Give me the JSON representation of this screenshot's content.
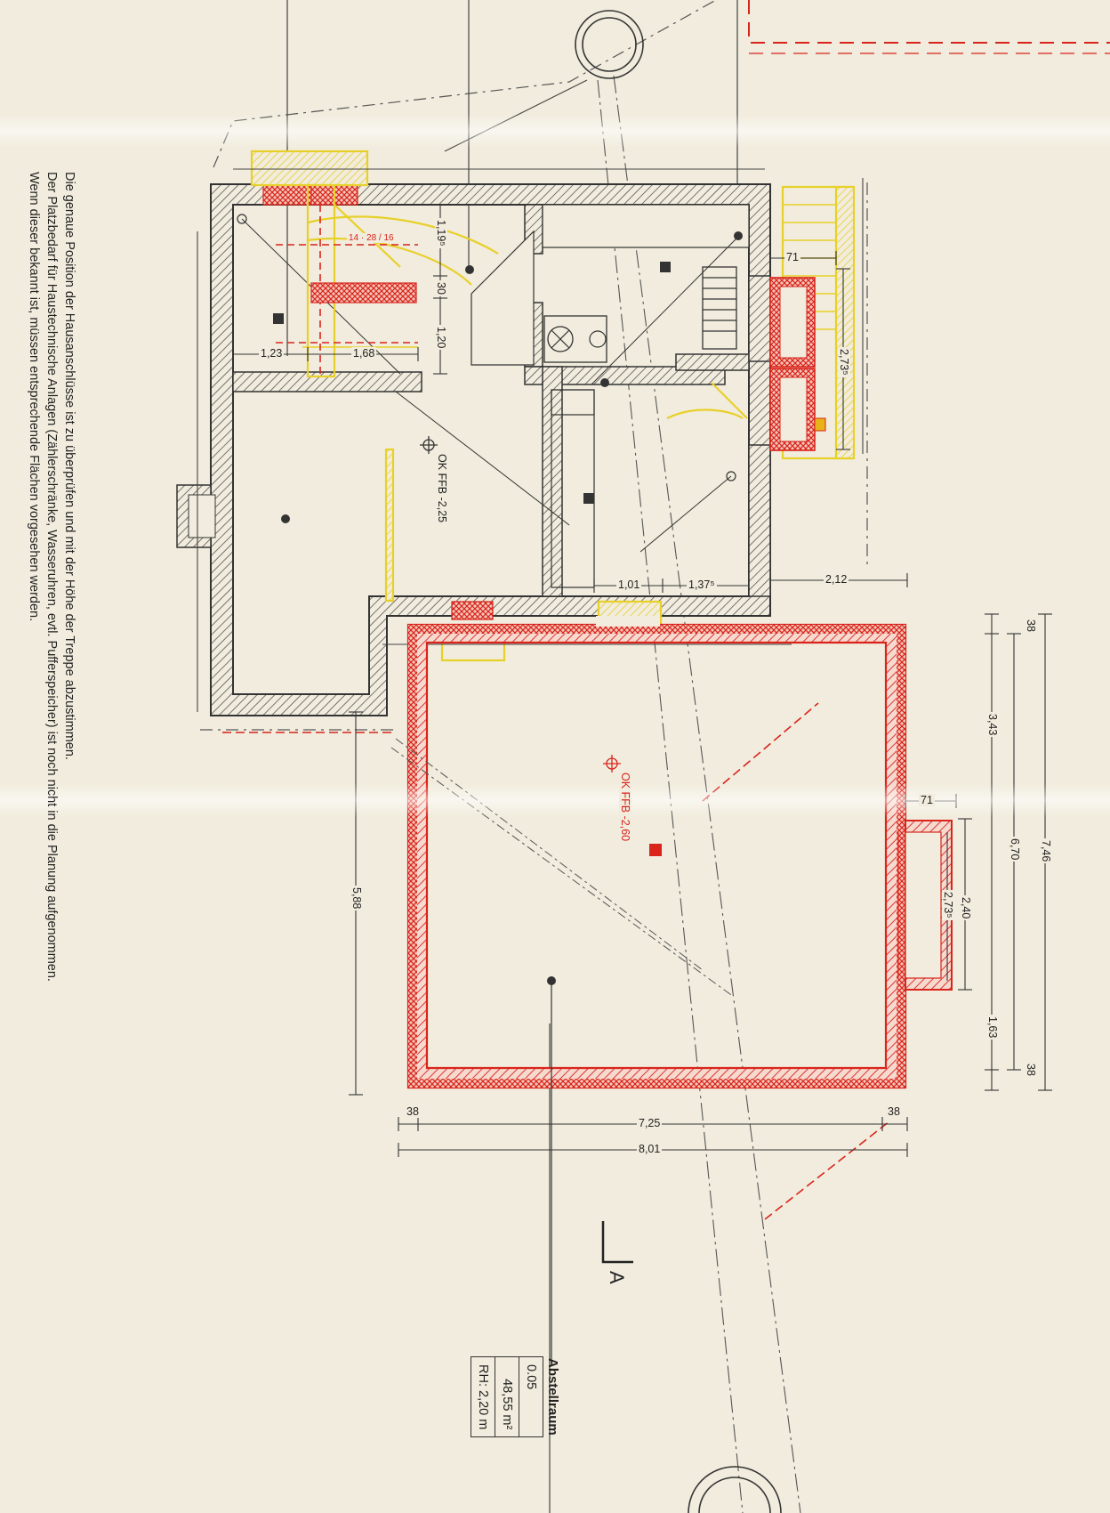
{
  "notes": [
    "Die genaue Position der Hausanschlüsse ist zu überprüfen und mit der Höhe der Treppe abzustimmen.",
    "Der Platzbedarf für Haustechnische Anlagen (Zählerschränke, Wasseruhren, evtl. Pufferspeicher) ist noch nicht in die Planung aufgenommen.",
    "Wenn dieser bekannt ist, müssen entsprechende Flächen vorgesehen werden."
  ],
  "levels": {
    "existing": "OK FFB -2,25",
    "new": "OK FFB -2,60"
  },
  "stair": {
    "label": "14 · 28 / 16"
  },
  "dimensions": {
    "d_123": "1,23",
    "d_168": "1,68",
    "d_1195": "1,19⁵",
    "d_30": "30",
    "d_120": "1,20",
    "d_71_top": "71",
    "d_2735_top": "2,73⁵",
    "d_212": "2,12",
    "d_101": "1,01",
    "d_1375": "1,37⁵",
    "d_588": "5,88",
    "d_38_a": "38",
    "d_343": "3,43",
    "d_746": "7,46",
    "d_71_right": "71",
    "d_670": "6,70",
    "d_240": "2,40",
    "d_2735_right": "2,73⁵",
    "d_163": "1,63",
    "d_38_b": "38",
    "d_38_c": "38",
    "d_725": "7,25",
    "d_38_d": "38",
    "d_801": "8,01"
  },
  "section_marker": "A",
  "room": {
    "name": "Abstellraum",
    "number": "0.05",
    "area": "48,55 m²",
    "height": "RH:  2,20 m"
  },
  "colors": {
    "paper": "#f1ecdd",
    "existing_walls": "#444444",
    "new_walls": "#d9241c",
    "removed": "#e8d02a",
    "dimension_lines": "#333333"
  }
}
